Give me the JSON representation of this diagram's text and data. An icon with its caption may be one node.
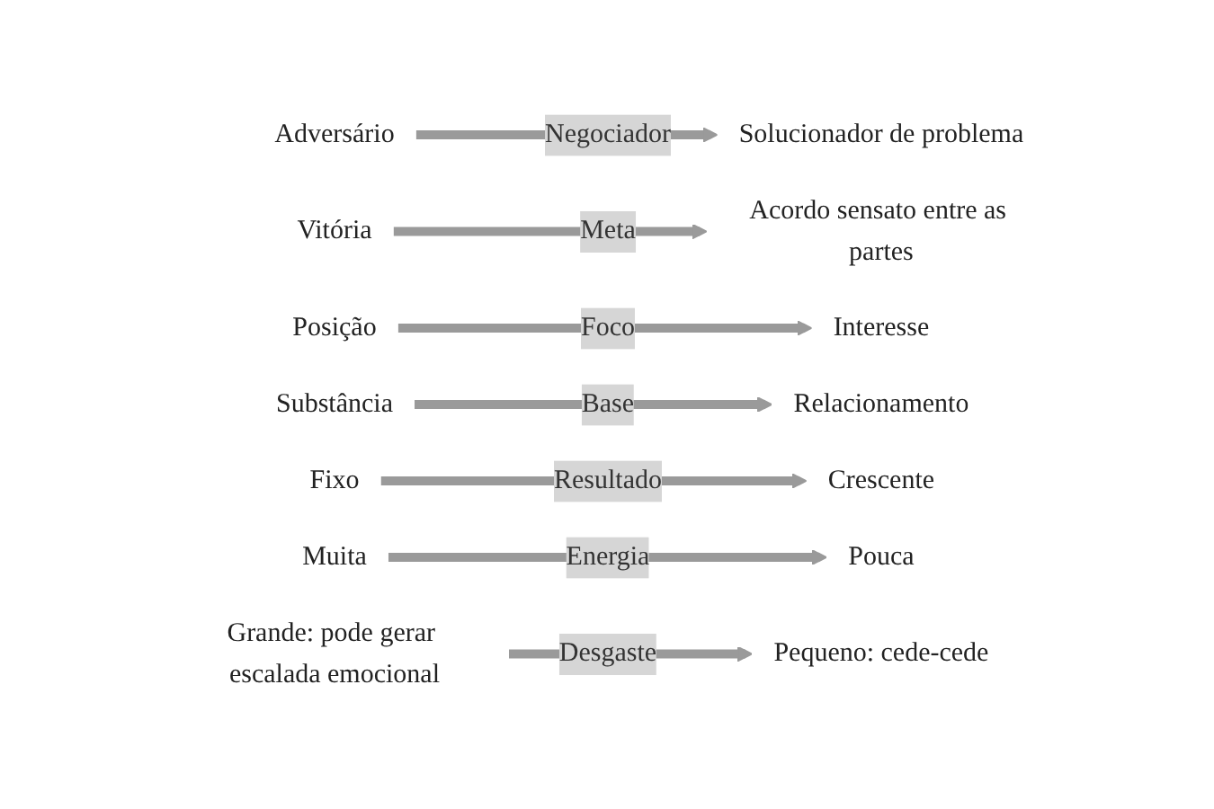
{
  "diagram": {
    "nodes": [
      {
        "text": [
          "Adversário"
        ]
      },
      {
        "text": [
          "Solucionador de problema"
        ]
      },
      {
        "text": [
          "Vitória"
        ]
      },
      {
        "text": [
          "Acordo sensato entre as partes"
        ]
      },
      {
        "text": [
          "Posição"
        ]
      },
      {
        "text": [
          "Interesse"
        ]
      },
      {
        "text": [
          "Substância"
        ]
      },
      {
        "text": [
          "Relacionamento"
        ]
      },
      {
        "text": [
          "Fixo"
        ]
      },
      {
        "text": [
          "Crescente"
        ]
      },
      {
        "text": [
          "Muita"
        ]
      },
      {
        "text": [
          "Pouca"
        ]
      },
      {
        "text": [
          "Grande: pode gerar escalada emocional"
        ]
      },
      {
        "text": [
          "Pequeno: cede-cede"
        ]
      }
    ],
    "edges": [
      {
        "from": 0,
        "to": 1,
        "arrow": "to",
        "label": "Negociador"
      },
      {
        "from": 2,
        "to": 3,
        "arrow": "to",
        "label": "Meta"
      },
      {
        "from": 4,
        "to": 5,
        "arrow": "to",
        "label": "Foco"
      },
      {
        "from": 6,
        "to": 7,
        "arrow": "to",
        "label": "Base"
      },
      {
        "from": 8,
        "to": 9,
        "arrow": "to",
        "label": "Resultado"
      },
      {
        "from": 10,
        "to": 11,
        "arrow": "to",
        "label": "Energia"
      },
      {
        "from": 12,
        "to": 13,
        "arrow": "to",
        "label": "Desgaste"
      }
    ]
  }
}
